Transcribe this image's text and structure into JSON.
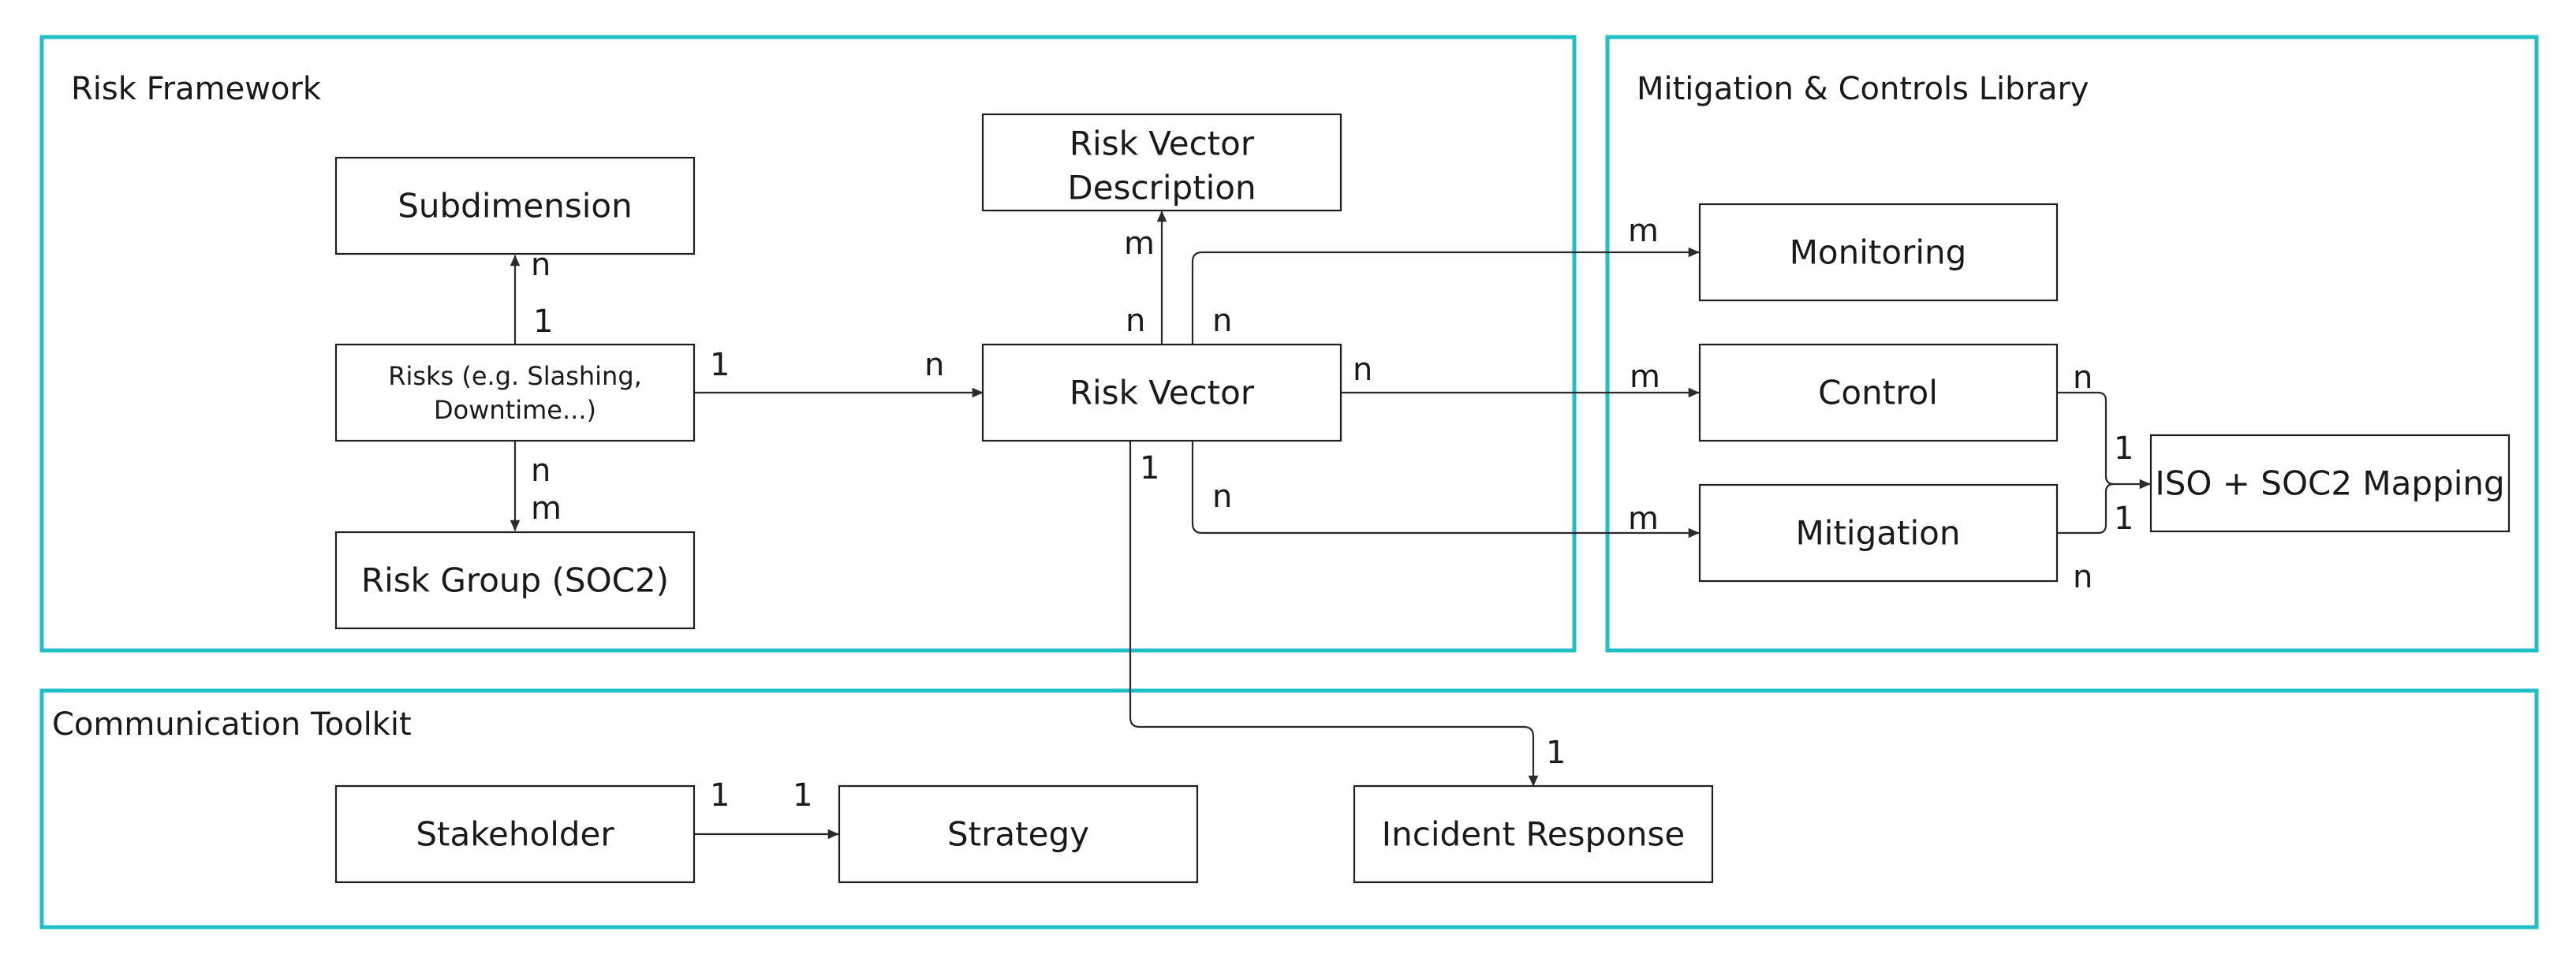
{
  "colors": {
    "region_border": "#20BFC6",
    "node_border": "#1f1f1f",
    "edge": "#2a2a2a",
    "text": "#1a1a1a"
  },
  "regions": {
    "risk_framework": "Risk Framework",
    "mitigation_library": "Mitigation & Controls Library",
    "communication_toolkit": "Communication Toolkit"
  },
  "nodes": {
    "subdimension": "Subdimension",
    "risks": [
      "Risks (e.g. Slashing,",
      "Downtime...)"
    ],
    "risk_group": "Risk Group (SOC2)",
    "risk_vector_description": [
      "Risk Vector",
      "Description"
    ],
    "risk_vector": "Risk Vector",
    "monitoring": "Monitoring",
    "control": "Control",
    "mitigation": "Mitigation",
    "iso_soc2_mapping": "ISO + SOC2 Mapping",
    "stakeholder": "Stakeholder",
    "strategy": "Strategy",
    "incident_response": "Incident Response"
  },
  "edges": {
    "risks_subdimension": {
      "from": "1",
      "to": "n"
    },
    "risks_risk_group": {
      "from": "n",
      "to": "m"
    },
    "risks_risk_vector": {
      "from": "1",
      "to": "n"
    },
    "risk_vector_description": {
      "from": "n",
      "to": "m"
    },
    "risk_vector_monitoring": {
      "from": "n",
      "to": "m"
    },
    "risk_vector_control": {
      "from": "n",
      "to": "m"
    },
    "risk_vector_mitigation": {
      "from": "n",
      "to": "m"
    },
    "risk_vector_incident_response": {
      "from": "1",
      "to": "1"
    },
    "control_iso_mapping": {
      "from": "n",
      "to": "1"
    },
    "mitigation_iso_mapping": {
      "from": "n",
      "to": "1"
    },
    "stakeholder_strategy": {
      "from": "1",
      "to": "1"
    }
  }
}
